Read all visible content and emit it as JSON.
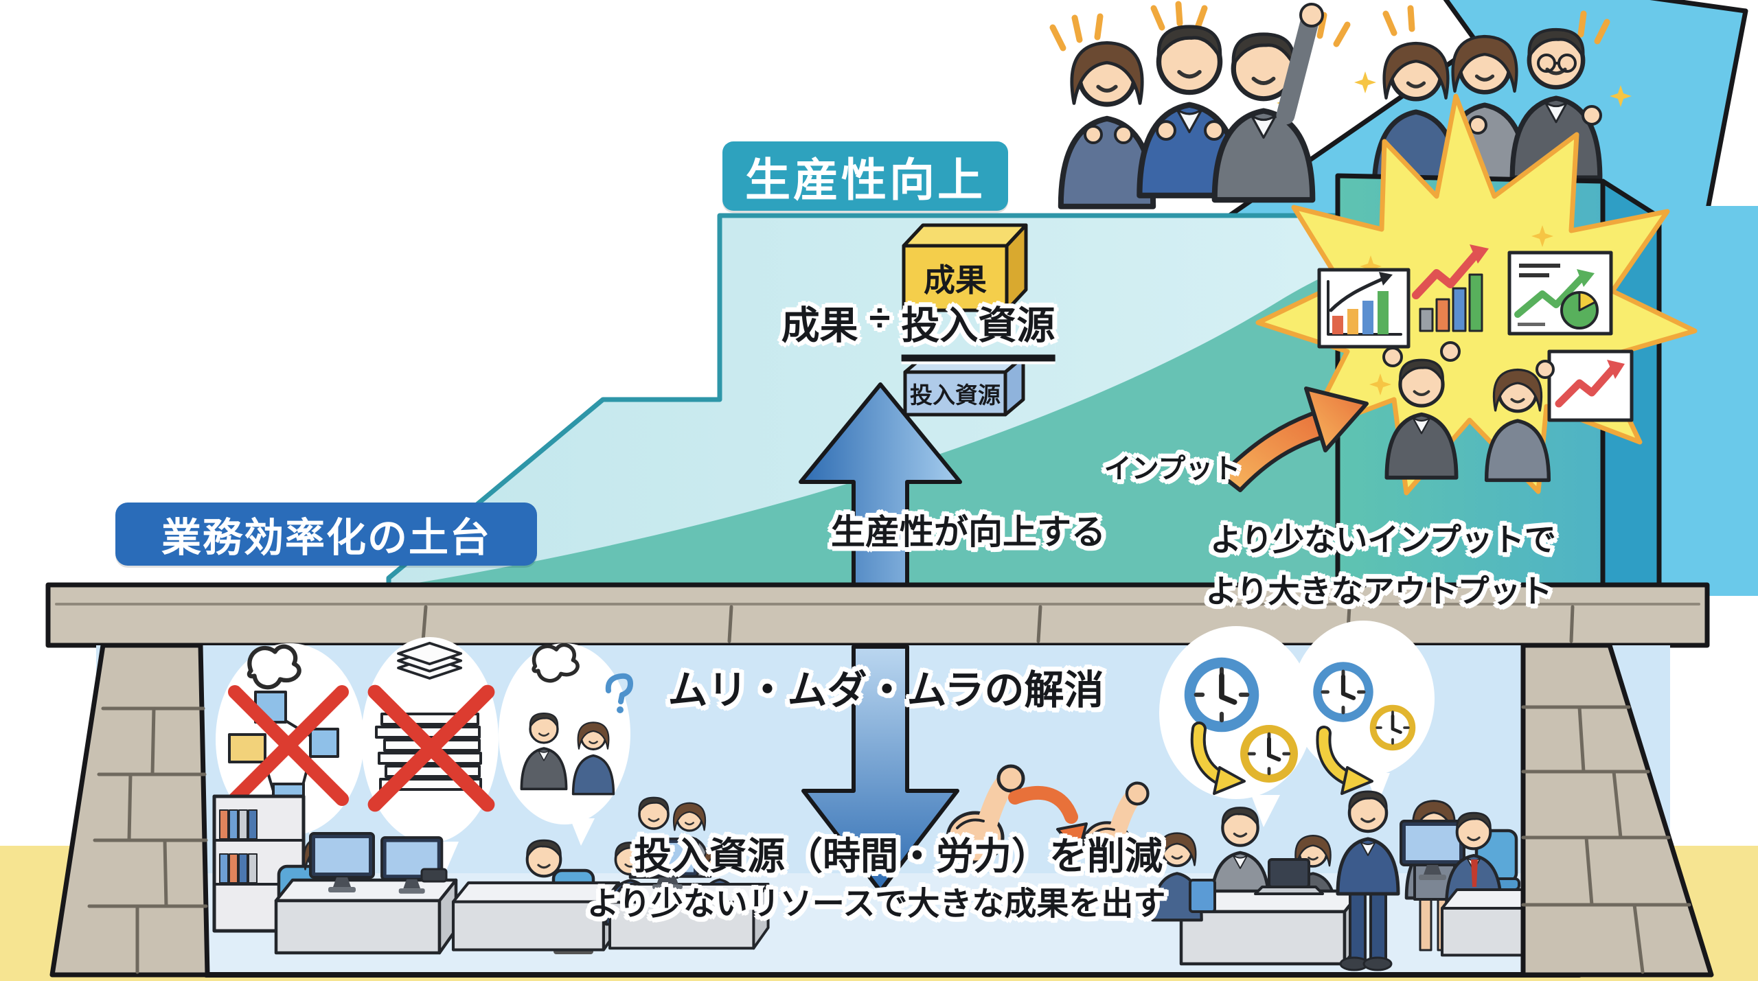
{
  "diagram": {
    "language": "ja",
    "theme": "productivity-improvement-infographic"
  },
  "labels": {
    "productivity_title": "生産性向上",
    "foundation_title": "業務効率化の土台"
  },
  "formula": {
    "result_box_label": "成果",
    "dividend": "成果",
    "operator": "÷",
    "divisor": "投入資源",
    "input_box_label": "投入資源"
  },
  "upper_section": {
    "arrow_caption": "生産性が向上する",
    "input_arrow_label": "インプット",
    "benefit_line1": "より少ないインプットで",
    "benefit_line2": "より大きなアウトプット"
  },
  "lower_section": {
    "elimination_caption": "ムリ・ムダ・ムラの解消",
    "reduction_caption": "投入資源（時間・労力）を削減",
    "reduction_subcaption": "より少ないリソースで大きな成果を出す"
  },
  "colors": {
    "productivity_badge": "#2EA2BE",
    "foundation_badge": "#2A6CB9",
    "growth_shape_light": "#C6E8EC",
    "growth_wedge_teal": "#67C2B4",
    "sky_arrow": "#6AC9EA",
    "blue_arrow_dark": "#2E6CB2",
    "orange_arrow": "#E8713A",
    "starburst_yellow": "#F9ED6E",
    "result_box_yellow": "#F4CE4B",
    "input_box_blue": "#AFCBE9",
    "stone_gray": "#CCC4B5",
    "ground_yellow": "#F6E491",
    "interior_blue": "#CFE6F7",
    "text_black": "#17191d"
  },
  "illustrations": [
    "celebrating-team-left",
    "celebrating-team-right",
    "big-growth-arrow",
    "platform-box",
    "starburst",
    "success-pair",
    "bar-chart-card",
    "rising-bars",
    "line-chart-pie-card",
    "trend-arrow-card",
    "input-orange-arrow",
    "result-3d-box",
    "input-3d-box",
    "up-arrow",
    "down-arrow",
    "stone-ledge",
    "stone-pillar-left",
    "stone-pillar-right",
    "thought-bubble-flowchart-x",
    "thought-bubble-papers-x",
    "thought-bubble-confused-pair",
    "office-scene-left",
    "meeting-scene-right",
    "clock-reduction-bubbles",
    "muscle-arms"
  ]
}
